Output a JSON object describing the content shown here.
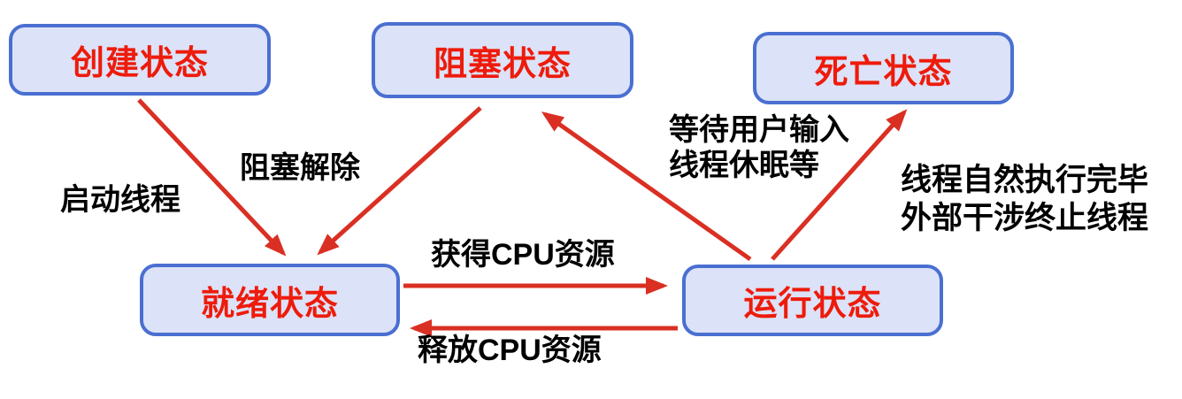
{
  "colors": {
    "node_fill": "#dce2f7",
    "node_border": "#4a6fd1",
    "node_text": "#ee1b0b",
    "arrow": "#da2f23",
    "edge_label_text": "#000000",
    "background": "#ffffff"
  },
  "nodes": [
    {
      "id": "created-state",
      "label": "创建状态"
    },
    {
      "id": "blocked-state",
      "label": "阻塞状态"
    },
    {
      "id": "dead-state",
      "label": "死亡状态"
    },
    {
      "id": "ready-state",
      "label": "就绪状态"
    },
    {
      "id": "running-state",
      "label": "运行状态"
    }
  ],
  "edges": [
    {
      "from": "创建状态",
      "to": "就绪状态",
      "label_lines": [
        "启动线程"
      ]
    },
    {
      "from": "阻塞状态",
      "to": "就绪状态",
      "label_lines": [
        "阻塞解除"
      ]
    },
    {
      "from": "就绪状态",
      "to": "运行状态",
      "label_lines": [
        "获得CPU资源"
      ]
    },
    {
      "from": "运行状态",
      "to": "就绪状态",
      "label_lines": [
        "释放CPU资源"
      ]
    },
    {
      "from": "运行状态",
      "to": "阻塞状态",
      "label_lines": [
        "等待用户输入",
        "线程休眠等"
      ]
    },
    {
      "from": "运行状态",
      "to": "死亡状态",
      "label_lines": [
        "线程自然执行完毕",
        "外部干涉终止线程"
      ]
    }
  ]
}
